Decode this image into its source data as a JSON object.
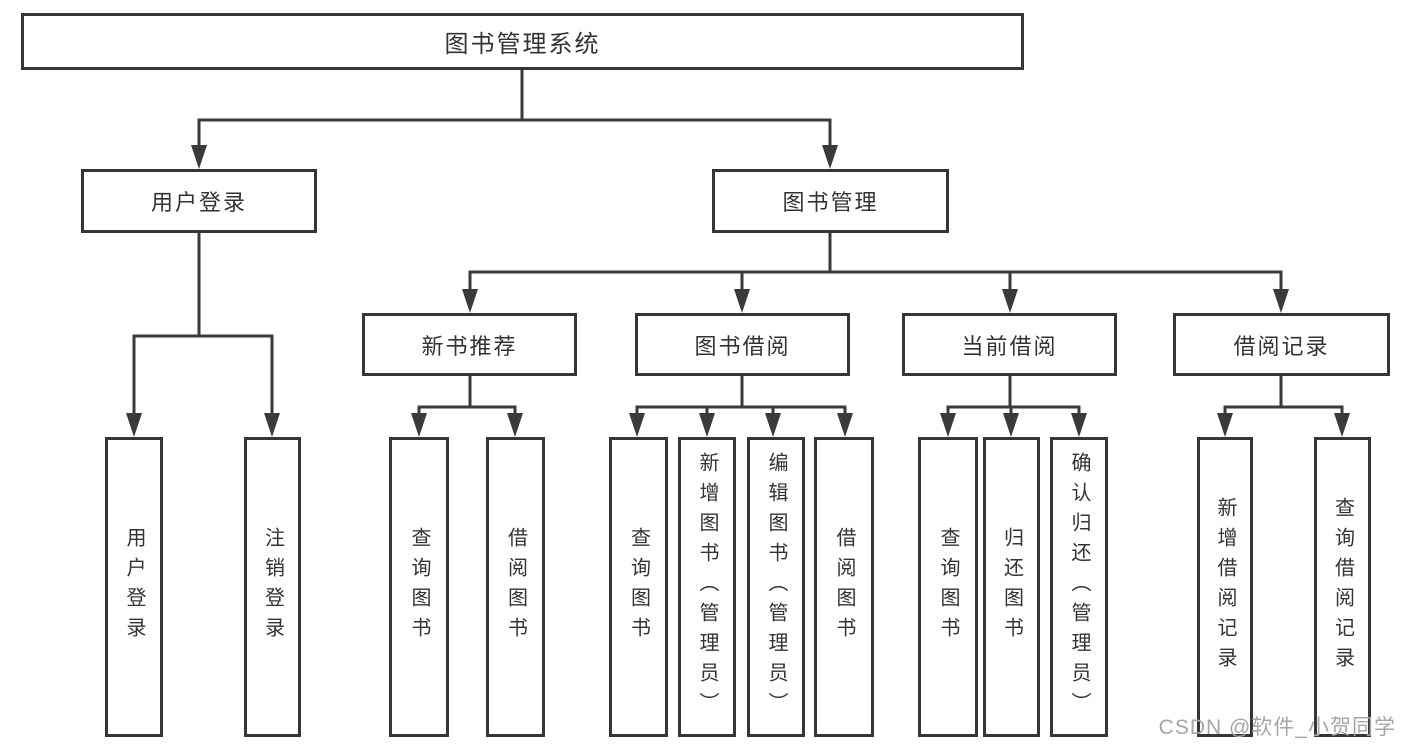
{
  "tree": {
    "label": "图书管理系统",
    "children": [
      {
        "label": "用户登录",
        "children": [
          {
            "label": "用户登录"
          },
          {
            "label": "注销登录"
          }
        ]
      },
      {
        "label": "图书管理",
        "children": [
          {
            "label": "新书推荐",
            "children": [
              {
                "label": "查询图书"
              },
              {
                "label": "借阅图书"
              }
            ]
          },
          {
            "label": "图书借阅",
            "children": [
              {
                "label": "查询图书"
              },
              {
                "label": "新增图书（管理员）"
              },
              {
                "label": "编辑图书（管理员）"
              },
              {
                "label": "借阅图书"
              }
            ]
          },
          {
            "label": "当前借阅",
            "children": [
              {
                "label": "查询图书"
              },
              {
                "label": "归还图书"
              },
              {
                "label": "确认归还（管理员）"
              }
            ]
          },
          {
            "label": "借阅记录",
            "children": [
              {
                "label": "新增借阅记录"
              },
              {
                "label": "查询借阅记录"
              }
            ]
          }
        ]
      }
    ]
  },
  "watermark": {
    "text": "CSDN @软件_小贺同学"
  },
  "colors": {
    "line": "#3a3a3a",
    "box_border": "#363636",
    "box_fill": "#ffffff",
    "text": "#333333",
    "watermark": "#a6a6a6",
    "background": "#ffffff"
  }
}
